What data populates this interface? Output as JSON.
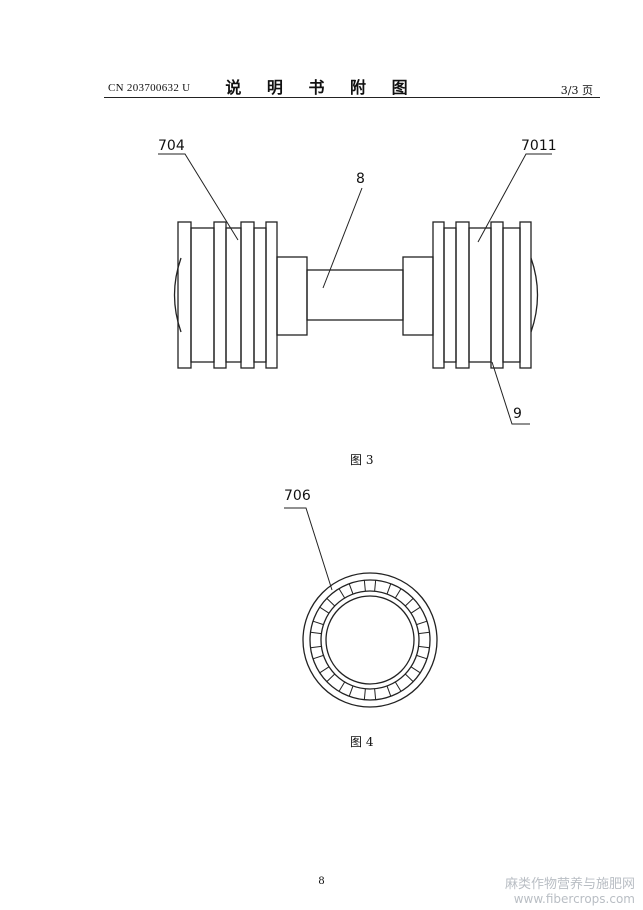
{
  "header": {
    "publication_number": "CN 203700632 U",
    "title": "说 明 书 附 图",
    "page_indicator": "3/3 页"
  },
  "figure3": {
    "caption": "图 3",
    "labels": {
      "left_wheel": "704",
      "right_wheel": "7011",
      "shaft": "8",
      "bottom_right": "9"
    }
  },
  "figure4": {
    "caption": "图 4",
    "labels": {
      "ring": "706"
    }
  },
  "footer": {
    "page_number": "8"
  },
  "watermark": {
    "line1": "麻类作物营养与施肥网",
    "line2": "www.fibercrops.com"
  }
}
